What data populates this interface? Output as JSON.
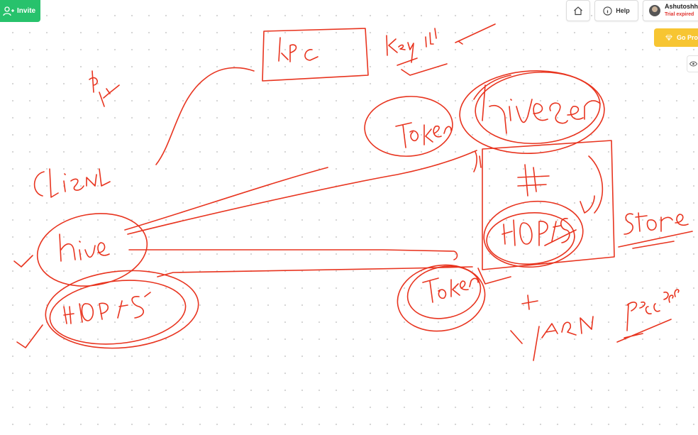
{
  "toolbar": {
    "invite_label": "Invite",
    "help_label": "Help",
    "account_name": "Ashutoshh",
    "account_status": "Trial expired",
    "go_pro_label": "Go Pro"
  },
  "colors": {
    "ink": "#e8341f",
    "invite_bg": "#27c26c",
    "go_pro_bg": "#f7c532",
    "trial_expired": "#e0312c"
  },
  "icons": [
    "add-user-icon",
    "home-icon",
    "info-icon",
    "avatar",
    "diamond-icon",
    "eye-icon"
  ]
}
